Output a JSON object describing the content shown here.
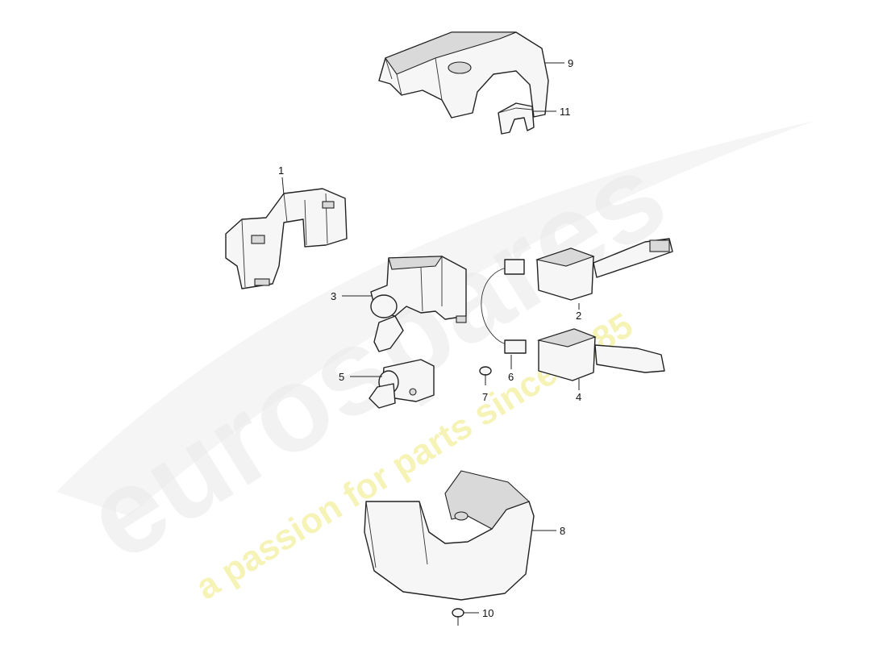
{
  "watermark": {
    "brand": "eurospares",
    "tagline": "a passion for parts since 1985"
  },
  "colors": {
    "line": "#222222",
    "watermark_gray": "#e6e6e6",
    "watermark_yellow": "#f3ee9a"
  },
  "callouts": {
    "c1": "1",
    "c2": "2",
    "c3": "3",
    "c4": "4",
    "c5": "5",
    "c6": "6",
    "c7": "7",
    "c8": "8",
    "c9": "9",
    "c10": "10",
    "c11": "11"
  }
}
